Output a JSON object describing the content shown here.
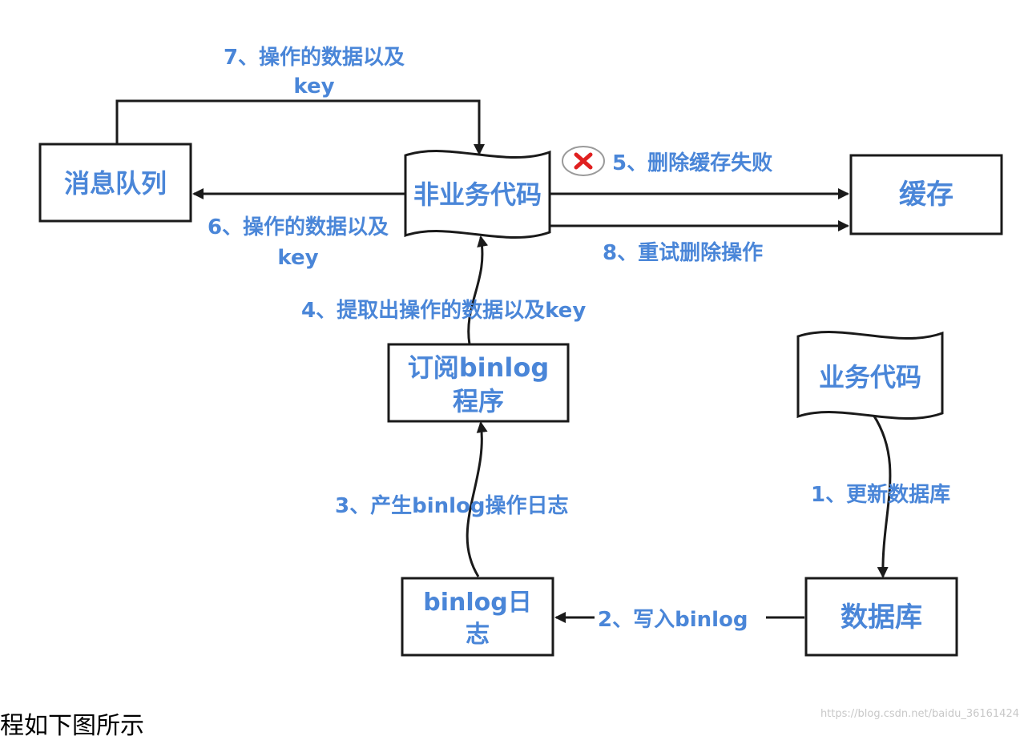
{
  "nodes": {
    "message_queue": "消息队列",
    "non_business_code": "非业务代码",
    "cache": "缓存",
    "subscribe_binlog": [
      "订阅binlog",
      "程序"
    ],
    "business_code": "业务代码",
    "binlog_log": [
      "binlog日",
      "志"
    ],
    "database": "数据库"
  },
  "edges": {
    "step1": "1、更新数据库",
    "step2": "2、写入binlog",
    "step3": "3、产生binlog操作日志",
    "step4": "4、提取出操作的数据以及key",
    "step5": "5、删除缓存失败",
    "step6": [
      "6、操作的数据以及",
      "key"
    ],
    "step7": [
      "7、操作的数据以及",
      "key"
    ],
    "step8": "8、重试删除操作"
  },
  "footer_text": "程如下图所示",
  "watermark": "https://blog.csdn.net/baidu_36161424",
  "colors": {
    "label": "#4a86d8",
    "line": "#1a1a1a",
    "fail_mark": "#e02020"
  }
}
